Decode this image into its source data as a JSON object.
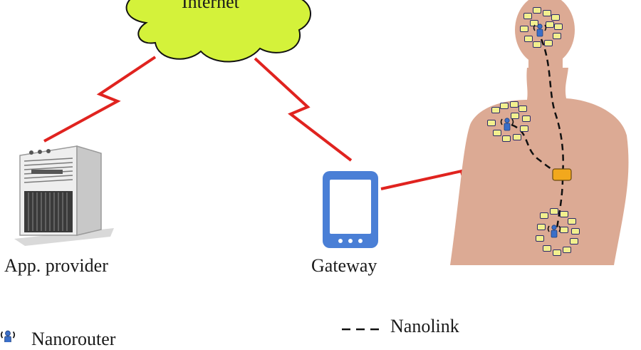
{
  "labels": {
    "internet": "Internet",
    "app_provider": "App. provider",
    "gateway": "Gateway",
    "nanolink": "Nanolink",
    "nanorouter": "Nanorouter"
  },
  "colors": {
    "cloud": "#d4f23a",
    "wireless_link": "#e0231f",
    "skin": "#dcaa94",
    "gateway_device": "#4a7fd6",
    "nano_interface": "#f2a81d",
    "nanomachine": "#f2ef8e",
    "nanorouter": "#3a6fc9"
  },
  "icons": {
    "cloud": "cloud-icon",
    "server": "server-icon",
    "gateway": "tablet-icon",
    "body": "human-body-icon",
    "nanorouter": "nanorouter-icon"
  }
}
